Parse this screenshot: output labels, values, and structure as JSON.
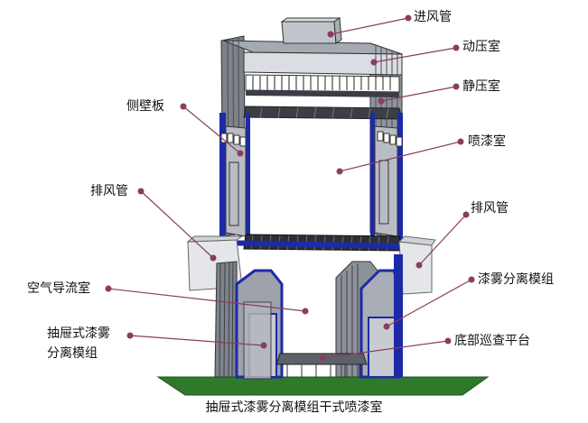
{
  "labels": {
    "inlet_pipe": "进风管",
    "dynamic_pressure_chamber": "动压室",
    "static_pressure_chamber": "静压室",
    "side_wall_panel": "侧壁板",
    "spray_booth": "喷漆室",
    "exhaust_pipe_left": "排风管",
    "exhaust_pipe_right": "排风管",
    "air_guide_chamber": "空气导流室",
    "mist_separation_module": "漆雾分离模组",
    "drawer_module_line1": "抽屉式漆雾",
    "drawer_module_line2": "分离模组",
    "inspection_platform": "底部巡查平台"
  },
  "caption": "抽屉式漆雾分离模组干式喷漆室",
  "colors": {
    "frame_blue": "#1c2aa8",
    "panel_gray": "#8f939c",
    "panel_light": "#c9ccd2",
    "ground_green": "#2f7a2a",
    "leader_line": "#8a3d5e",
    "dot": "#8a3d5e"
  }
}
